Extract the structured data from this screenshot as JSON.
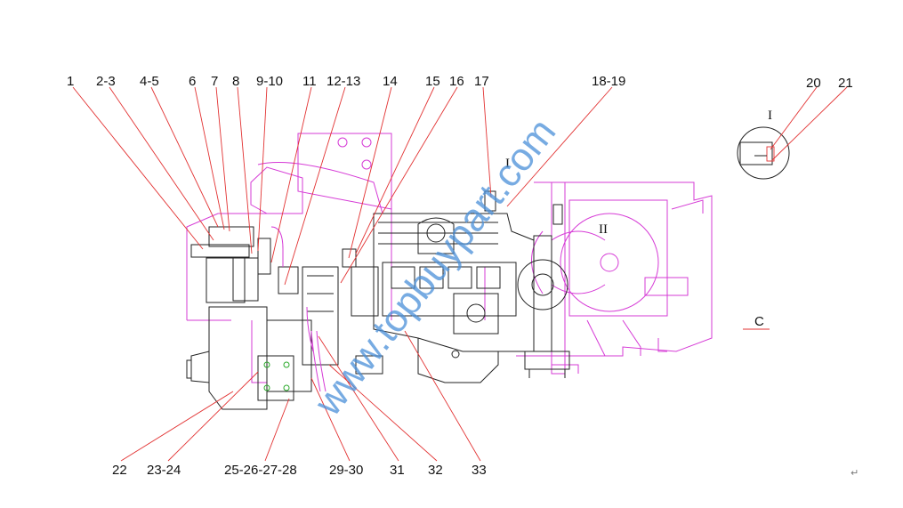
{
  "top_labels": [
    "1",
    "2-3",
    "4-5",
    "6",
    "7",
    "8",
    "9-10",
    "11",
    "12-13",
    "14",
    "15",
    "16",
    "17",
    "18-19"
  ],
  "right_labels": [
    "20",
    "21"
  ],
  "bottom_labels": [
    "22",
    "23-24",
    "25-26-27-28",
    "29-30",
    "31",
    "32",
    "33"
  ],
  "view_marks": {
    "detail_I": "I",
    "detail_I_inset": "I",
    "detail_II": "II",
    "view_C": "C"
  },
  "watermark": "www.topbuypart.com",
  "corner_mark": "↵",
  "colors": {
    "leader": "#e23232",
    "frame": "#d63bd6",
    "engine": "#222222",
    "watermark": "#4a90d9"
  }
}
